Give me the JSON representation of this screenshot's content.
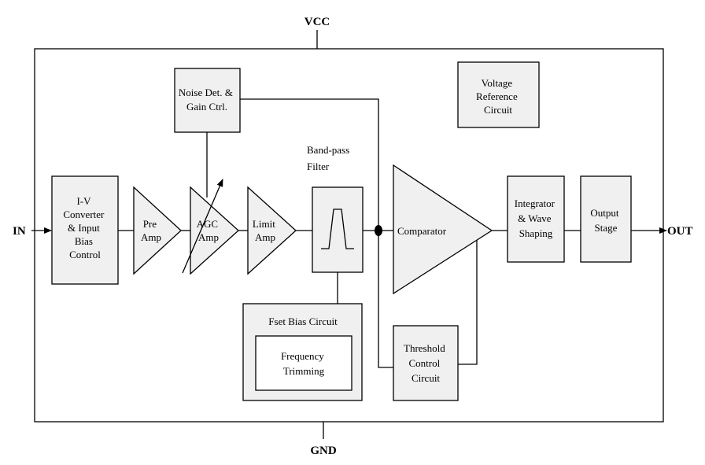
{
  "diagram": {
    "supply": "VCC",
    "ground": "GND",
    "input": "IN",
    "output": "OUT",
    "blocks": {
      "iv_converter": [
        "I-V",
        "Converter",
        "& Input",
        "Bias",
        "Control"
      ],
      "pre_amp": [
        "Pre",
        "Amp"
      ],
      "agc_amp": [
        "AGC",
        "Amp"
      ],
      "limit_amp": [
        "Limit",
        "Amp"
      ],
      "noise_det": [
        "Noise Det. &",
        "Gain Ctrl."
      ],
      "bandpass_title": [
        "Band-pass",
        "Filter"
      ],
      "voltage_ref": [
        "Voltage",
        "Reference",
        "Circuit"
      ],
      "comparator": "Comparator",
      "integrator": [
        "Integrator",
        "& Wave",
        "Shaping"
      ],
      "output_stage": [
        "Output",
        "Stage"
      ],
      "fset_bias": "Fset Bias Circuit",
      "freq_trim": [
        "Frequency",
        "Trimming"
      ],
      "threshold": [
        "Threshold",
        "Control",
        "Circuit"
      ]
    }
  }
}
